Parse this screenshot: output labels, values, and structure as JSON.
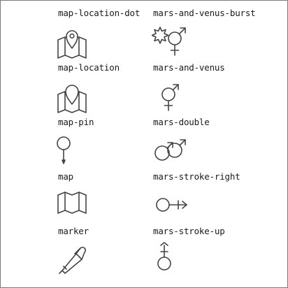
{
  "icons": [
    {
      "label": "map-location-dot",
      "icon": "map-location-dot-icon"
    },
    {
      "label": "mars-and-venus-burst",
      "icon": "mars-and-venus-burst-icon"
    },
    {
      "label": "map-location",
      "icon": "map-location-icon"
    },
    {
      "label": "mars-and-venus",
      "icon": "mars-and-venus-icon"
    },
    {
      "label": "map-pin",
      "icon": "map-pin-icon"
    },
    {
      "label": "mars-double",
      "icon": "mars-double-icon"
    },
    {
      "label": "map",
      "icon": "map-icon"
    },
    {
      "label": "mars-stroke-right",
      "icon": "mars-stroke-right-icon"
    },
    {
      "label": "marker",
      "icon": "marker-icon"
    },
    {
      "label": "mars-stroke-up",
      "icon": "mars-stroke-up-icon"
    }
  ],
  "colors": {
    "stroke": "#444444",
    "text": "#1a1a1a",
    "border": "#7a7a7a",
    "background": "#ffffff"
  }
}
